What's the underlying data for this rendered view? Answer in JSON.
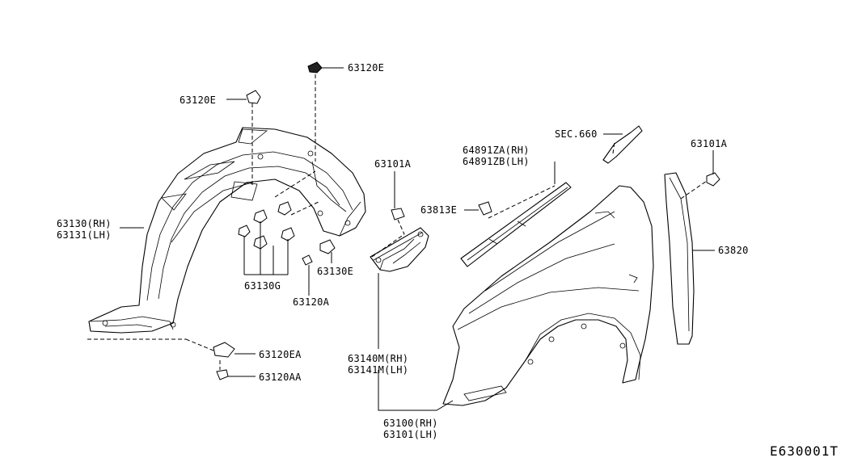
{
  "labels": {
    "clip_top": "63120E",
    "clip_left": "63120E",
    "liner_rh": "63130(RH)",
    "liner_lh": "63131(LH)",
    "clip_g": "63130G",
    "clip_e": "63130E",
    "screw_a": "63120A",
    "bracket_ea": "63120EA",
    "screw_aa": "63120AA",
    "screw_mid": "63101A",
    "clip_813": "63813E",
    "seal_rh": "64891ZA(RH)",
    "seal_lh": "64891ZB(LH)",
    "sec_ref": "SEC.660",
    "screw_right": "63101A",
    "cover_820": "63820",
    "protector_rh": "63140M(RH)",
    "protector_lh": "63141M(LH)",
    "fender_rh": "63100(RH)",
    "fender_lh": "63101(LH)"
  },
  "diagram_code": "E630001T"
}
